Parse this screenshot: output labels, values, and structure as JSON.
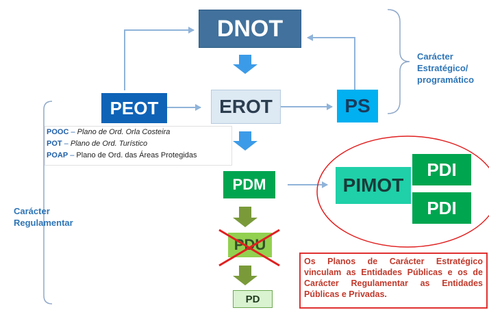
{
  "boxes": {
    "dnot": "DNOT",
    "peot": "PEOT",
    "erot": "EROT",
    "ps": "PS",
    "pdm": "PDM",
    "pimot": "PIMOT",
    "pdi_top": "PDI",
    "pdi_bottom": "PDI",
    "pdu": "PDU",
    "pd": "PD"
  },
  "legend": [
    {
      "code": "POOC",
      "dash": " – ",
      "text": "Plano de Ord. Orla Costeira"
    },
    {
      "code": "POT",
      "dash": " – ",
      "text": "Plano de Ord. Turístico"
    },
    {
      "code": "POAP",
      "dash": " – ",
      "text": "Plano de Ord. das Áreas Protegidas"
    }
  ],
  "labels": {
    "estrategico": [
      "Carácter",
      "Estratégico/",
      "programático"
    ],
    "regulamentar": [
      "Carácter",
      "Regulamentar"
    ]
  },
  "note": "Os Planos de Carácter Estratégico vinculam as Entidades Públicas e os de Carácter Regulamentar as Entidades Públicas e Privadas.",
  "colors": {
    "dnot": "#41719c",
    "peot": "#0e63b7",
    "erot": "#dde9f3",
    "ps": "#00b0f0",
    "pdm": "#00a550",
    "pimot": "#1fd0a8",
    "pdi": "#00a550",
    "pdu": "#92d050",
    "pd": "#d9f2d0",
    "arrow_blue": "#3c9be8",
    "arrow_green": "#7a9a3a",
    "connector": "#8fb3d9",
    "bracket": "#8fa8c8",
    "highlight": "#e02020"
  }
}
